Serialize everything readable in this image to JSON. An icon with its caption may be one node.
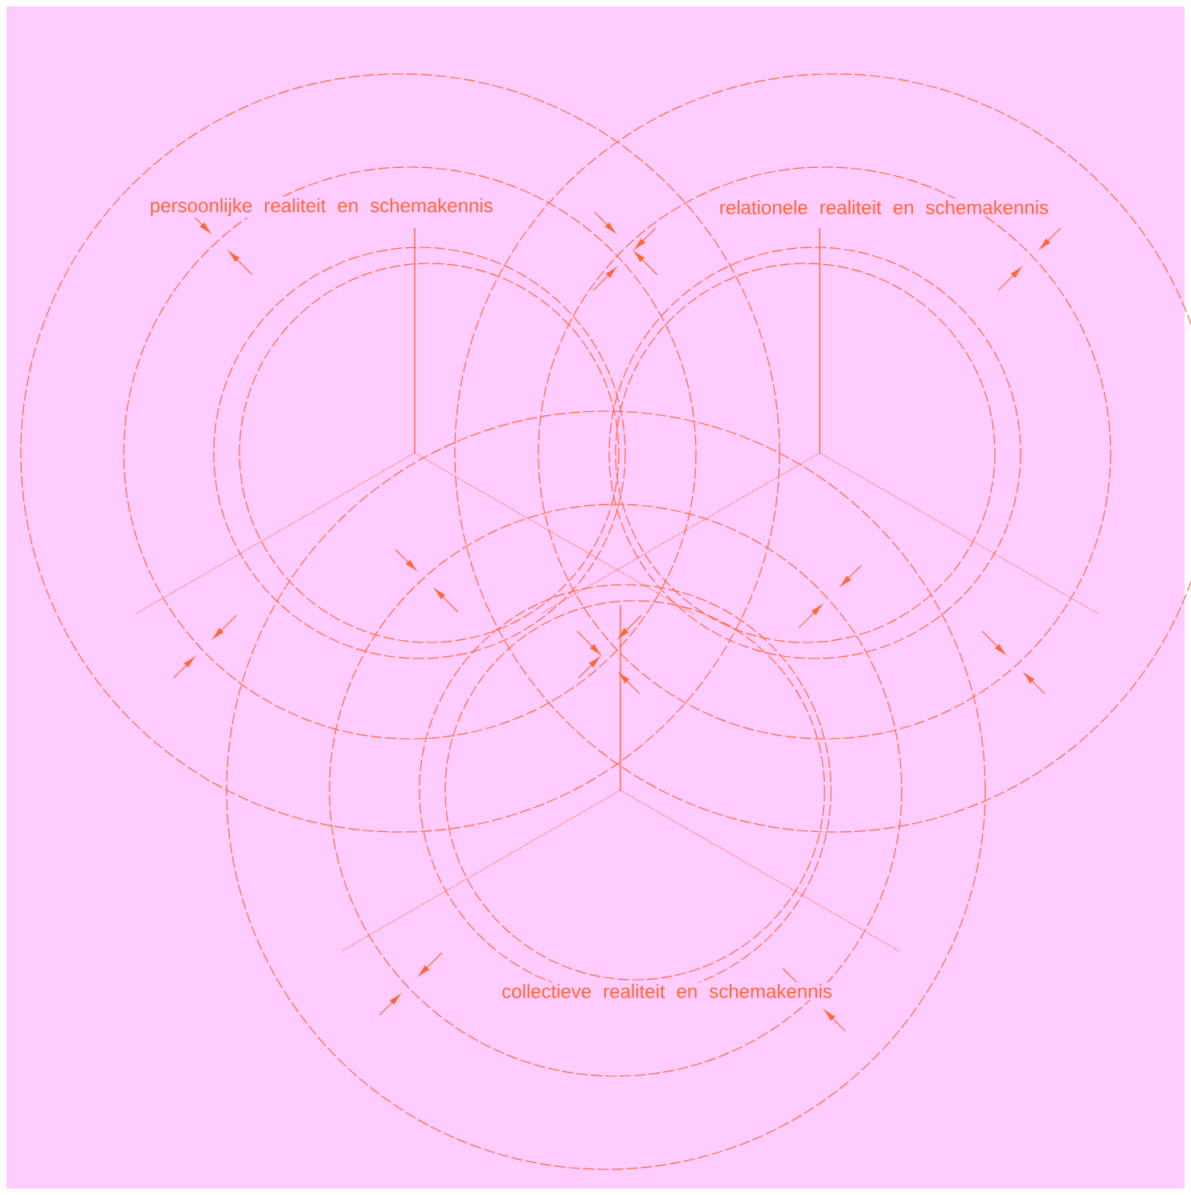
{
  "diagram": {
    "labels": [
      "persoonlijke realiteit en schemakennis",
      "relationele realiteit en schemakennis",
      "collectieve realiteit en schemakennis"
    ]
  }
}
